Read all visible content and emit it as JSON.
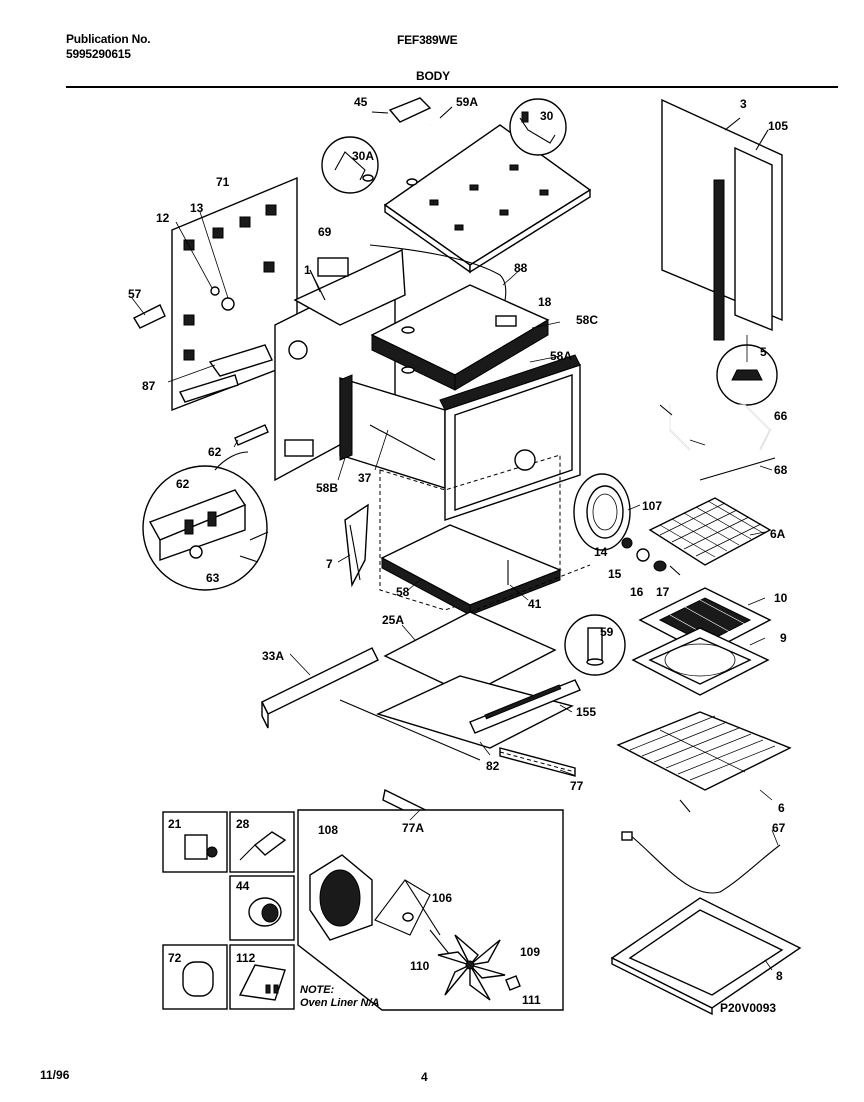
{
  "header": {
    "publication_label": "Publication No.",
    "publication_number": "5995290615",
    "model": "FEF389WE",
    "section": "BODY"
  },
  "callouts": {
    "c45": "45",
    "c59a": "59A",
    "c30": "30",
    "c30a": "30A",
    "c3": "3",
    "c105": "105",
    "c71": "71",
    "c12": "12",
    "c13": "13",
    "c69": "69",
    "c1": "1",
    "c88": "88",
    "c18": "18",
    "c57": "57",
    "c58c": "58C",
    "c58a": "58A",
    "c5": "5",
    "c87": "87",
    "c66": "66",
    "c68": "68",
    "c62a": "62",
    "c62b": "62",
    "c58b": "58B",
    "c37": "37",
    "c107": "107",
    "c6a": "6A",
    "c63": "63",
    "c7": "7",
    "c14": "14",
    "c15": "15",
    "c16": "16",
    "c17": "17",
    "c58": "58",
    "c41": "41",
    "c10": "10",
    "c25a": "25A",
    "c59": "59",
    "c9": "9",
    "c33a": "33A",
    "c155": "155",
    "c82": "82",
    "c77": "77",
    "c6": "6",
    "c77a": "77A",
    "c21": "21",
    "c28": "28",
    "c108": "108",
    "c67": "67",
    "c44": "44",
    "c106": "106",
    "c109": "109",
    "c110": "110",
    "c72": "72",
    "c112": "112",
    "c111": "111",
    "c8": "8"
  },
  "note": {
    "line1": "NOTE:",
    "line2": "Oven Liner N/A"
  },
  "diagram_code": "P20V0093",
  "footer": {
    "date": "11/96",
    "page": "4"
  }
}
